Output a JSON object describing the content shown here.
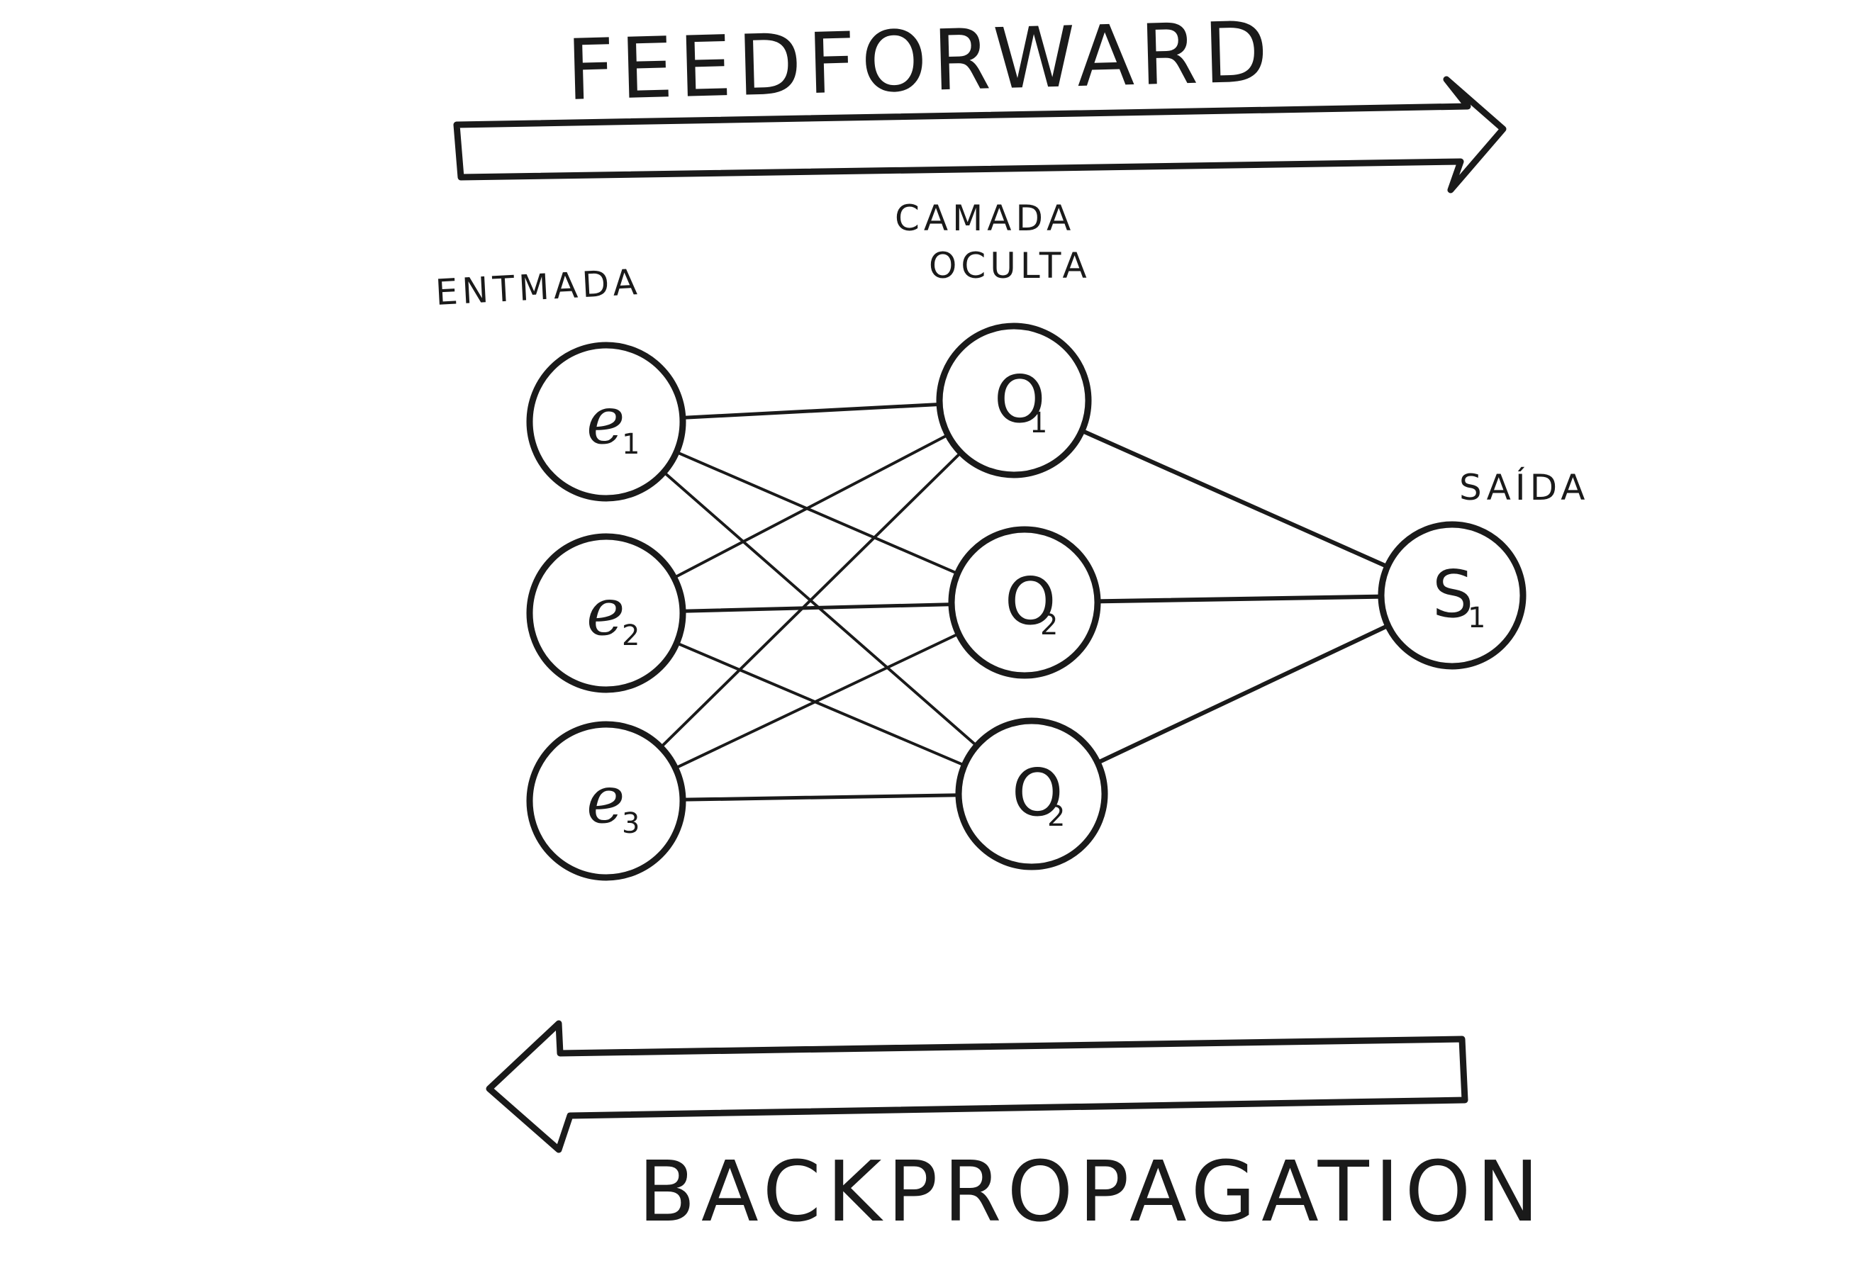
{
  "feedforward_label": "FEEDFORWARD",
  "backpropagation_label": "BACKPROPAGATION",
  "layers": {
    "input": "ENTMADA",
    "hidden": [
      "CAMADA",
      "OCULTA"
    ],
    "output": "SAÍDA"
  },
  "nodes": {
    "input": [
      {
        "letter": "e",
        "sub": "1"
      },
      {
        "letter": "e",
        "sub": "2"
      },
      {
        "letter": "e",
        "sub": "3"
      }
    ],
    "hidden": [
      {
        "letter": "O",
        "sub": "1"
      },
      {
        "letter": "O",
        "sub": "2"
      },
      {
        "letter": "O",
        "sub": "2"
      }
    ],
    "output": [
      {
        "letter": "S",
        "sub": "1"
      }
    ]
  },
  "colors": {
    "ink": "#1a1a1a",
    "background": "#ffffff"
  }
}
